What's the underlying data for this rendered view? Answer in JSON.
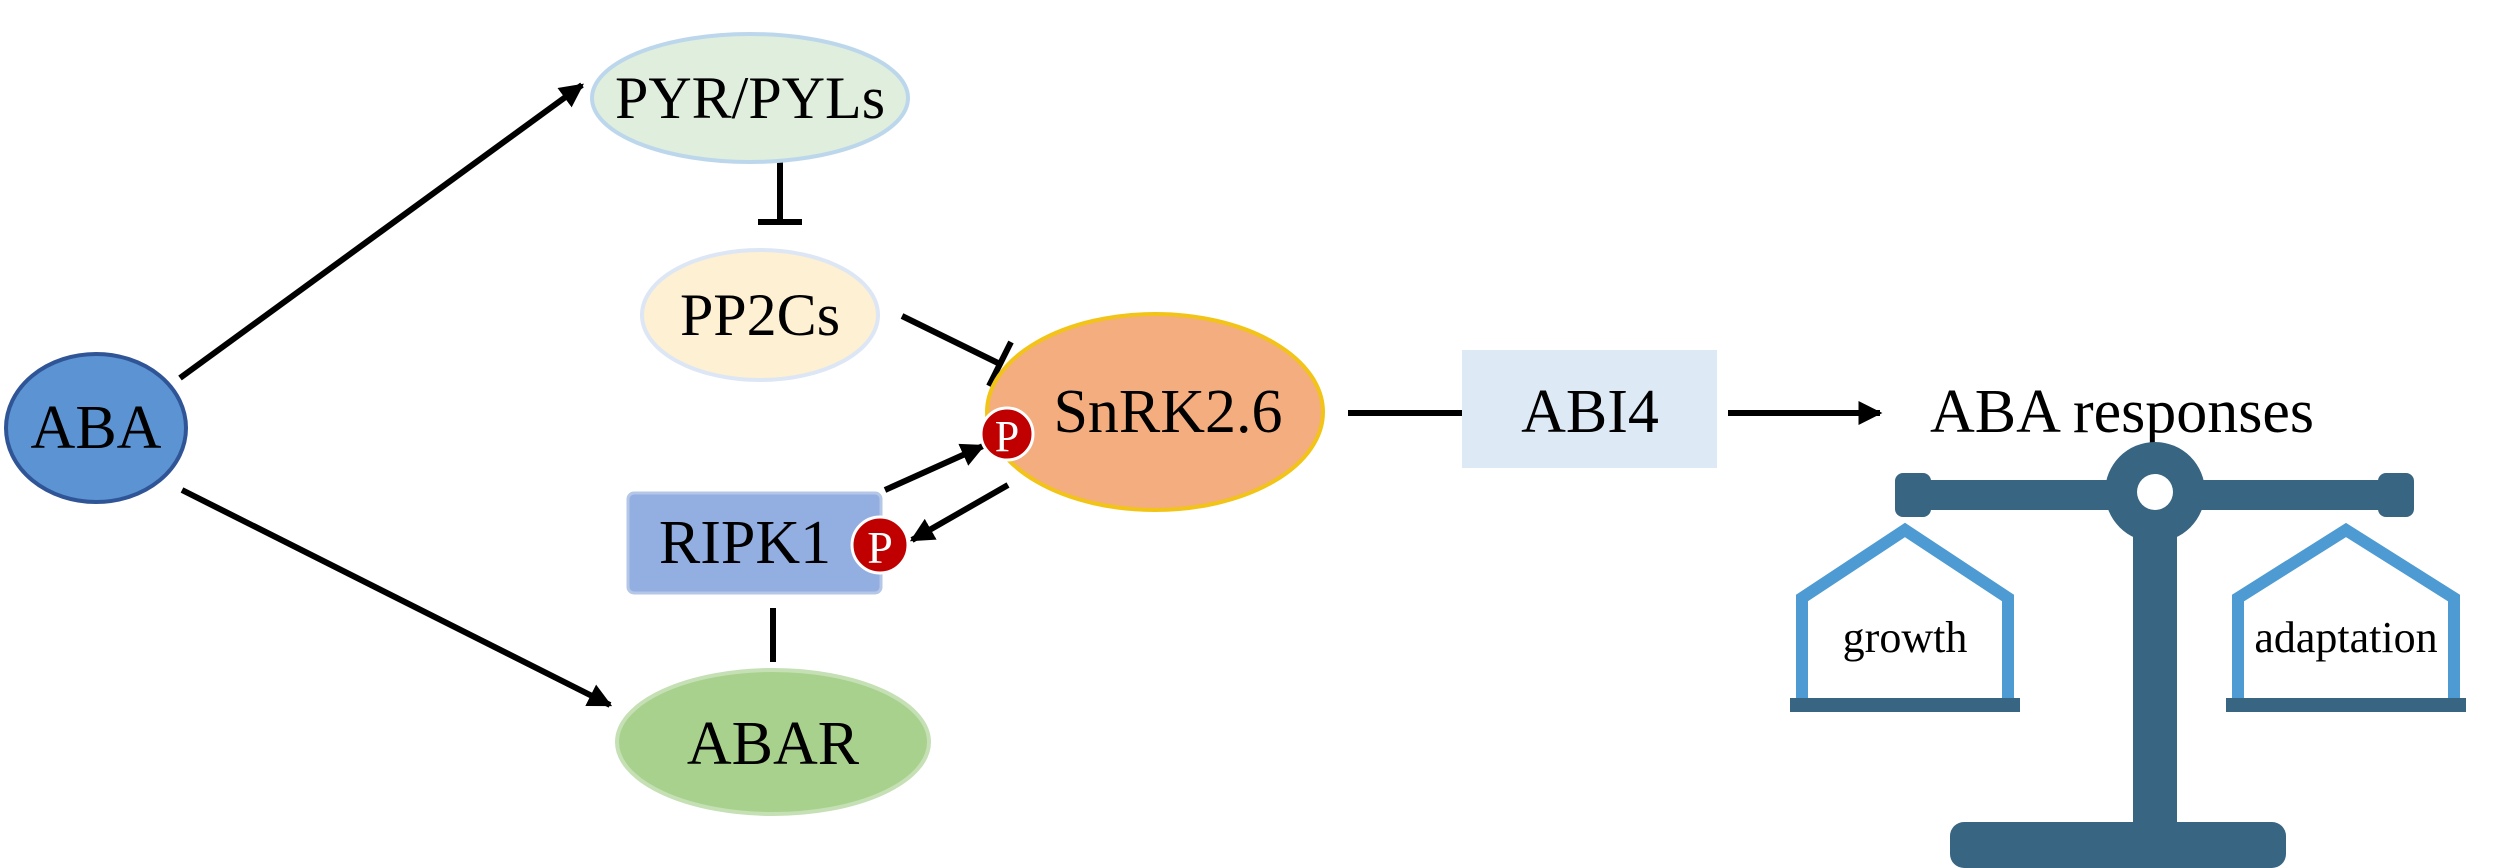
{
  "nodes": {
    "aba": "ABA",
    "pyr_pyls": "PYR/PYLs",
    "pp2cs": "PP2Cs",
    "snrk26": "SnRK2.6",
    "ripk1": "RIPK1",
    "abar": "ABAR",
    "abi4": "ABI4",
    "aba_responses": "ABA responses"
  },
  "phospho_label": "P",
  "balance": {
    "left_pan": "growth",
    "right_pan": "adaptation"
  },
  "colors": {
    "aba": "#5b93d3",
    "pyr_pyls": "#dfeedd",
    "pp2cs": "#fdf0d3",
    "snrk26": "#f3ad7e",
    "ripk1": "#93aee1",
    "abar": "#a9d18e",
    "abi4": "#dee9f6",
    "phospho": "#c00000",
    "balance_dark": "#386582",
    "balance_light": "#4d9bd2"
  }
}
